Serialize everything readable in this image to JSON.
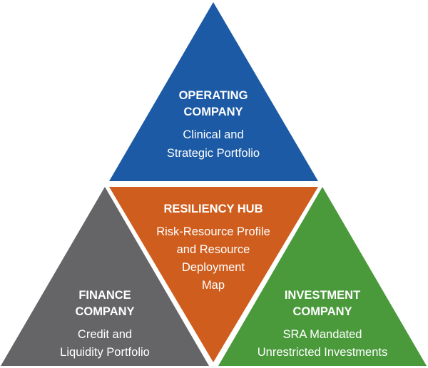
{
  "colors": {
    "operating": "#1c5aa6",
    "resiliency": "#cf5e1e",
    "finance": "#656567",
    "investment": "#4a9a3c",
    "text": "#ffffff"
  },
  "operating": {
    "title_line1": "OPERATING",
    "title_line2": "COMPANY",
    "desc_line1": "Clinical and",
    "desc_line2": "Strategic Portfolio"
  },
  "resiliency": {
    "title_line1": "RESILIENCY HUB",
    "desc_line1": "Risk-Resource Profile",
    "desc_line2": "and  Resource",
    "desc_line3": "Deployment",
    "desc_line4": "Map"
  },
  "finance": {
    "title_line1": "FINANCE",
    "title_line2": "COMPANY",
    "desc_line1": "Credit and",
    "desc_line2": "Liquidity Portfolio"
  },
  "investment": {
    "title_line1": "INVESTMENT",
    "title_line2": "COMPANY",
    "desc_line1": "SRA Mandated",
    "desc_line2": "Unrestricted Investments"
  }
}
